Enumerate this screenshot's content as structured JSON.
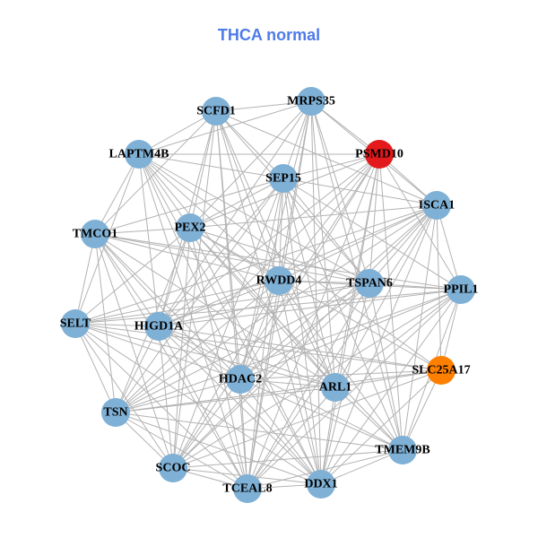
{
  "title": "THCA normal",
  "colors": {
    "default": "#7fb0d5",
    "highlight_red": "#e3191c",
    "highlight_orange": "#ff7f00",
    "edge": "#b3b3b3"
  },
  "nodes": [
    {
      "label": "MRPS35",
      "color": "default"
    },
    {
      "label": "SCFD1",
      "color": "default"
    },
    {
      "label": "PSMD10",
      "color": "highlight_red"
    },
    {
      "label": "LAPTM4B",
      "color": "default"
    },
    {
      "label": "SEP15",
      "color": "default"
    },
    {
      "label": "ISCA1",
      "color": "default"
    },
    {
      "label": "TMCO1",
      "color": "default"
    },
    {
      "label": "PEX2",
      "color": "default"
    },
    {
      "label": "RWDD4",
      "color": "default"
    },
    {
      "label": "TSPAN6",
      "color": "default"
    },
    {
      "label": "PPIL1",
      "color": "default"
    },
    {
      "label": "SELT",
      "color": "default"
    },
    {
      "label": "HIGD1A",
      "color": "default"
    },
    {
      "label": "SLC25A17",
      "color": "highlight_orange"
    },
    {
      "label": "HDAC2",
      "color": "default"
    },
    {
      "label": "ARL1",
      "color": "default"
    },
    {
      "label": "TSN",
      "color": "default"
    },
    {
      "label": "TMEM9B",
      "color": "default"
    },
    {
      "label": "SCOC",
      "color": "default"
    },
    {
      "label": "TCEAL8",
      "color": "default"
    },
    {
      "label": "DDX1",
      "color": "default"
    }
  ],
  "adjacency": [
    [
      1,
      2,
      3,
      4,
      5,
      7,
      8,
      9,
      12,
      14,
      15,
      17,
      19,
      20
    ],
    [
      3,
      4,
      5,
      6,
      7,
      8,
      9,
      12,
      14,
      15,
      18,
      19,
      20
    ],
    [
      3,
      4,
      5,
      7,
      8,
      9,
      10,
      12,
      14,
      15,
      16,
      17,
      18,
      19,
      20
    ],
    [
      4,
      6,
      7,
      8,
      9,
      11,
      12,
      13,
      14,
      15,
      19,
      20
    ],
    [
      5,
      6,
      7,
      8,
      9,
      10,
      12,
      14,
      15,
      16,
      17,
      18,
      19,
      20
    ],
    [
      7,
      8,
      9,
      10,
      11,
      12,
      13,
      14,
      15,
      16,
      17,
      18,
      19,
      20
    ],
    [
      7,
      8,
      9,
      10,
      11,
      12,
      14,
      15,
      16,
      18,
      19,
      20
    ],
    [
      8,
      9,
      11,
      12,
      13,
      15,
      16,
      17,
      18,
      19,
      20
    ],
    [
      9,
      10,
      11,
      12,
      14,
      15,
      16,
      17,
      18,
      19,
      20
    ],
    [
      10,
      11,
      12,
      14,
      16,
      17,
      18,
      19,
      20
    ],
    [
      11,
      12,
      13,
      14,
      15,
      16,
      17,
      18,
      19,
      20
    ],
    [
      12,
      13,
      14,
      15,
      16,
      18,
      19,
      20
    ],
    [
      13,
      14,
      15,
      16,
      17,
      18,
      19,
      20
    ],
    [
      14,
      15,
      16,
      17,
      18,
      20
    ],
    [
      15,
      16,
      17,
      18,
      19,
      20
    ],
    [
      16,
      17,
      19,
      20
    ],
    [
      17,
      18,
      19,
      20
    ],
    [
      18,
      19,
      20
    ],
    [
      19,
      20
    ],
    [
      20
    ],
    []
  ]
}
